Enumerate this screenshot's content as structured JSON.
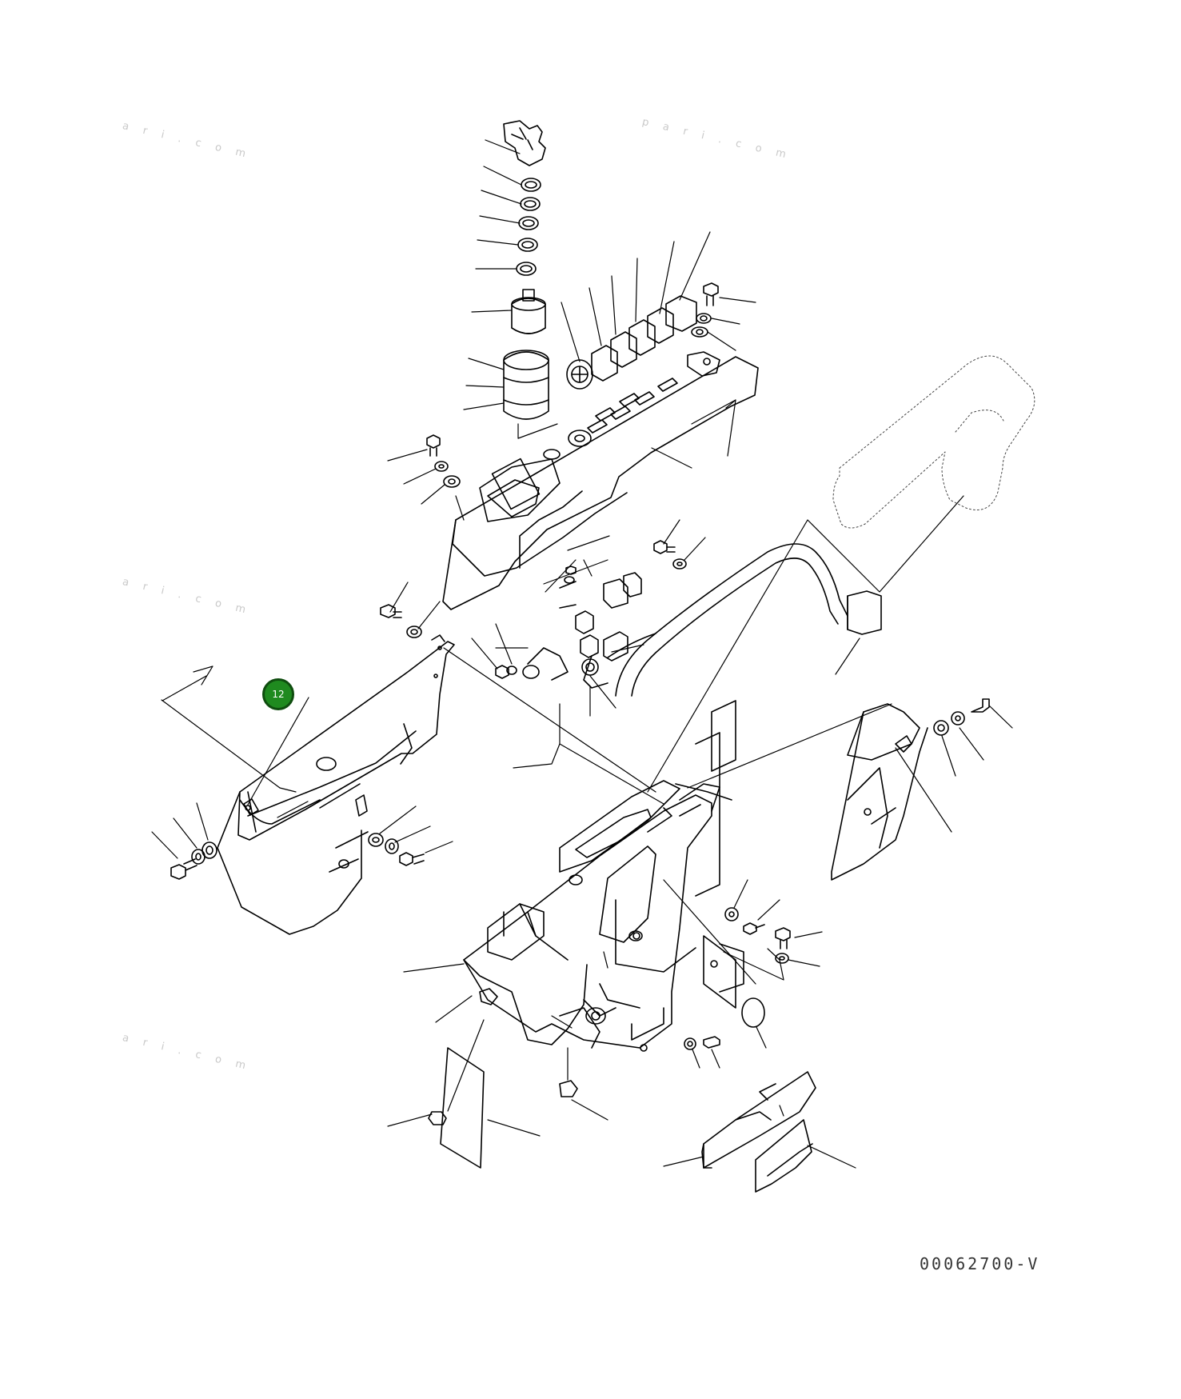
{
  "diagram": {
    "drawing_code": "00062700-V",
    "callout_number": "12",
    "callout_color": "#1f8a1f",
    "watermarks": [
      "a r i . c o m",
      "p a r i . c o m",
      "a r i . c o m",
      "a r i . c o m"
    ]
  }
}
